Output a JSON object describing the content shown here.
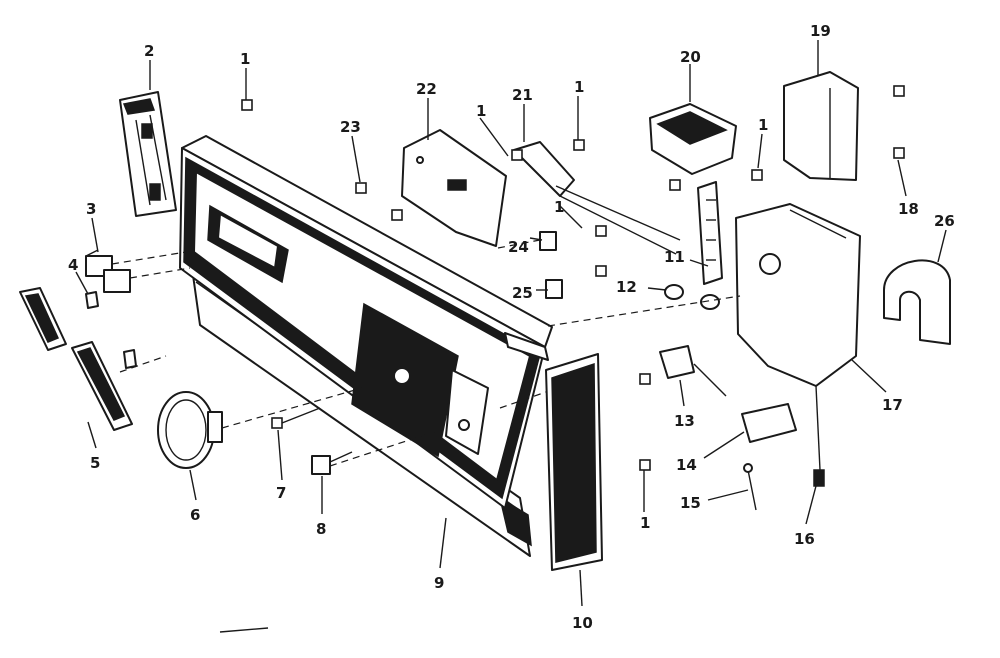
{
  "diagram": {
    "part_numbers": {
      "p1": "1",
      "p2": "2",
      "p3": "3",
      "p4": "4",
      "p5": "5",
      "p6": "6",
      "p7": "7",
      "p8": "8",
      "p9": "9",
      "p10": "10",
      "p11": "11",
      "p12": "12",
      "p13": "13",
      "p14": "14",
      "p15": "15",
      "p16": "16",
      "p17": "17",
      "p18": "18",
      "p19": "19",
      "p20": "20",
      "p21": "21",
      "p22": "22",
      "p23": "23",
      "p24": "24",
      "p25": "25",
      "p26": "26"
    },
    "colors": {
      "ink": "#1a1a1a",
      "paper": "#ffffff"
    }
  }
}
